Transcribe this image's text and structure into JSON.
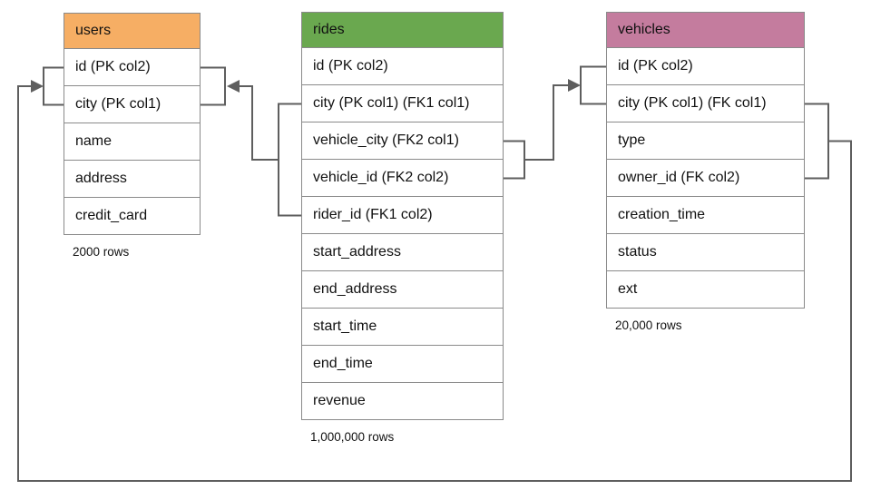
{
  "diagram": {
    "line_color": "#5e5e5e",
    "border_color": "#8a8a8a",
    "tables": [
      {
        "name": "users",
        "header_color": "#f6ae64",
        "columns": [
          "id (PK col2)",
          "city (PK col1)",
          "name",
          "address",
          "credit_card"
        ],
        "row_count_label": "2000 rows"
      },
      {
        "name": "rides",
        "header_color": "#6aa84f",
        "columns": [
          "id (PK col2)",
          "city (PK col1) (FK1 col1)",
          "vehicle_city (FK2 col1)",
          "vehicle_id (FK2 col2)",
          "rider_id (FK1 col2)",
          "start_address",
          "end_address",
          "start_time",
          "end_time",
          "revenue"
        ],
        "row_count_label": "1,000,000 rows"
      },
      {
        "name": "vehicles",
        "header_color": "#c47c9e",
        "columns": [
          "id (PK col2)",
          "city (PK col1) (FK col1)",
          "type",
          "owner_id (FK col2)",
          "creation_time",
          "status",
          "ext"
        ],
        "row_count_label": "20,000 rows"
      }
    ],
    "relationships": [
      {
        "from": "rides (city, rider_id)",
        "to": "users (id, city)",
        "label": "FK1"
      },
      {
        "from": "rides (vehicle_city, vehicle_id)",
        "to": "vehicles (id, city)",
        "label": "FK2"
      },
      {
        "from": "vehicles (city, owner_id)",
        "to": "users (id, city)",
        "label": "FK"
      }
    ]
  }
}
